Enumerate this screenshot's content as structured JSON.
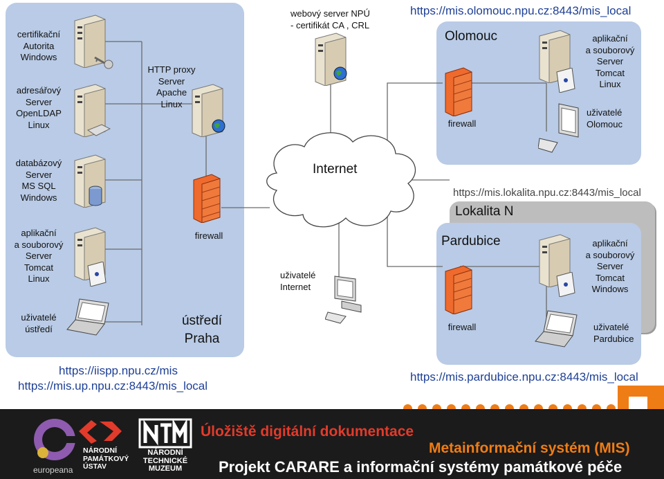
{
  "hq": {
    "servers": [
      {
        "label": "certifikační\nAutorita\nWindows"
      },
      {
        "label": "adresářový\nServer\nOpenLDAP\nLinux"
      },
      {
        "label": "databázový\nServer\nMS SQL\nWindows"
      },
      {
        "label": "aplikační\na souborový\nServer\nTomcat\nLinux"
      }
    ],
    "users_label": "uživatelé\nústředí",
    "proxy_label": "HTTP proxy\nServer\nApache\nLinux",
    "firewall_label": "firewall",
    "name": "ústředí\nPraha",
    "urls": [
      "https://iispp.npu.cz/mis",
      "https://mis.up.npu.cz:8443/mis_local"
    ]
  },
  "web_server_label": "webový server NPÚ\n- certifikát CA , CRL",
  "internet_label": "Internet",
  "internet_users_label": "uživatelé\nInternet",
  "olomouc": {
    "url": "https://mis.olomouc.npu.cz:8443/mis_local",
    "name": "Olomouc",
    "server_label": "aplikační\na souborový\nServer\nTomcat\nLinux",
    "users_label": "uživatelé\nOlomouc",
    "firewall_label": "firewall"
  },
  "lokalita": {
    "url": "https://mis.lokalita.npu.cz:8443/mis_local",
    "name": "Lokalita N"
  },
  "pardubice": {
    "name": "Pardubice",
    "server_label": "aplikační\na souborový\nServer\nTomcat\nWindows",
    "users_label": "uživatelé\nPardubice",
    "firewall_label": "firewall",
    "url": "https://mis.pardubice.npu.cz:8443/mis_local"
  },
  "footer": {
    "logos": {
      "europeana": "europeana",
      "npu": "NÁRODNÍ\nPAMÁTKOVÝ\nÚSTAV",
      "ntm": "NÁRODNÍ\nTECHNICKÉ\nMUZEUM"
    },
    "line1": "Úložiště digitální dokumentace",
    "line2": "Metainformační systém (MIS)",
    "line3": "Projekt CARARE a informační systémy památkové péče"
  },
  "colors": {
    "zone": "#b9cbe6",
    "lokalita_zone": "#bdbdbd",
    "url_text": "#1d3f95",
    "footer_bg": "#1b1b1b",
    "accent_orange": "#ef7d16",
    "footer_red": "#e23b2b"
  },
  "icons": [
    "server-icon",
    "key-icon",
    "globe-icon",
    "database-icon",
    "firewall-icon",
    "laptop-icon",
    "desktop-icon",
    "cloud-icon",
    "monitor-icon"
  ]
}
